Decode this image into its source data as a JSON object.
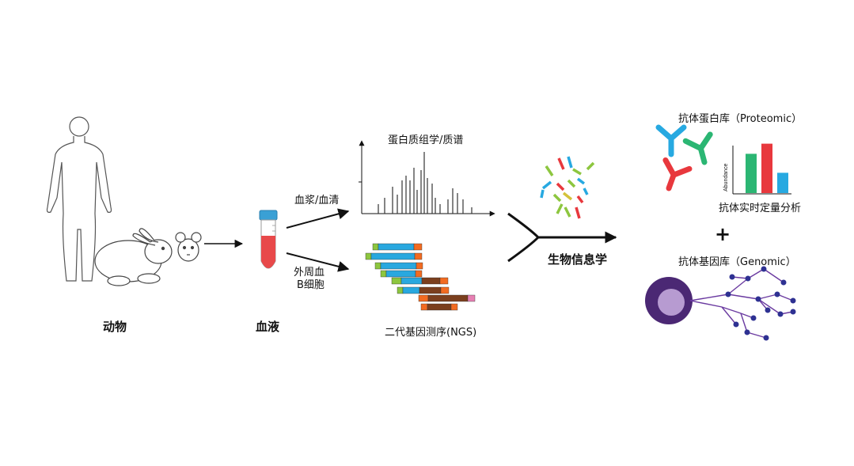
{
  "labels": {
    "animal": "动物",
    "blood": "血液",
    "plasma_serum": "血浆/血清",
    "pbmc_line1": "外周血",
    "pbmc_line2": "B细胞",
    "proteomics": "蛋白质组学/质谱",
    "ngs": "二代基因测序(NGS)",
    "bioinformatics": "生物信息学",
    "proteomic_library": "抗体蛋白库（Proteomic）",
    "realtime_quant": "抗体实时定量分析",
    "plus": "+",
    "genomic_library": "抗体基因库（Genomic）",
    "abundance_axis": "Abundance"
  },
  "colors": {
    "green": "#2bb673",
    "red": "#e8383d",
    "blue": "#27a9e1",
    "purple_dark": "#4b2874",
    "purple_light": "#b79bd1",
    "navy": "#2e3192",
    "tube_red": "#e8494a",
    "tube_cap": "#3aa0d5",
    "seq_green": "#8dc63f",
    "seq_blue": "#29a8df",
    "seq_orange": "#f26b21",
    "seq_brown": "#7b3f1e",
    "seq_pink": "#e77fb3"
  },
  "chart_data": {
    "type": "bar",
    "categories": [
      "",
      "",
      ""
    ],
    "series": [
      {
        "values": [
          0.62,
          0.78,
          0.32
        ]
      }
    ],
    "colors": [
      "#2bb673",
      "#e8383d",
      "#27a9e1"
    ],
    "xlabel": "",
    "ylabel": "Abundance"
  }
}
